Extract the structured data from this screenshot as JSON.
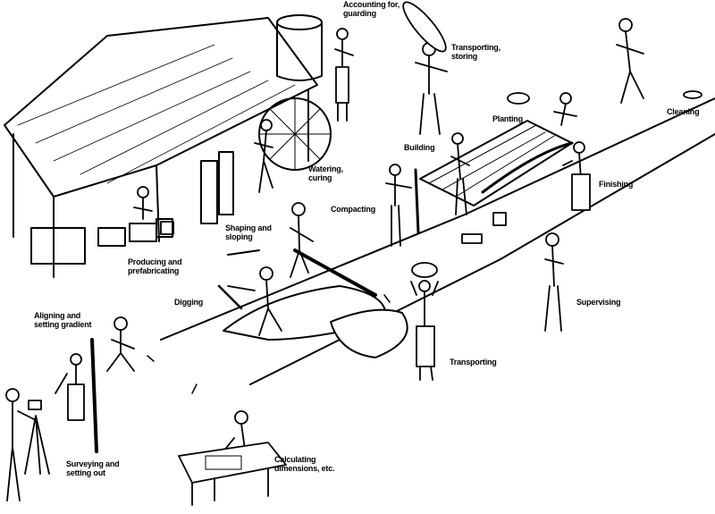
{
  "labels": {
    "accounting": [
      "Accounting for,",
      "guarding"
    ],
    "transporting_storing": [
      "Transporting,",
      "storing"
    ],
    "planting": "Planting",
    "cleaning": "Cleaning",
    "building": "Building",
    "watering": [
      "Watering,",
      "curing"
    ],
    "finishing": "Finishing",
    "compacting": "Compacting",
    "shaping": [
      "Shaping and",
      "sloping"
    ],
    "producing": [
      "Producing and",
      "prefabricating"
    ],
    "digging": "Digging",
    "supervising": "Supervising",
    "aligning": [
      "Aligning and",
      "setting gradient"
    ],
    "transporting": "Transporting",
    "surveying": [
      "Surveying and",
      "setting out"
    ],
    "calculating": [
      "Calculating",
      "dimensions, etc."
    ]
  },
  "colors": {
    "ink": "#000000",
    "paper": "#ffffff"
  }
}
